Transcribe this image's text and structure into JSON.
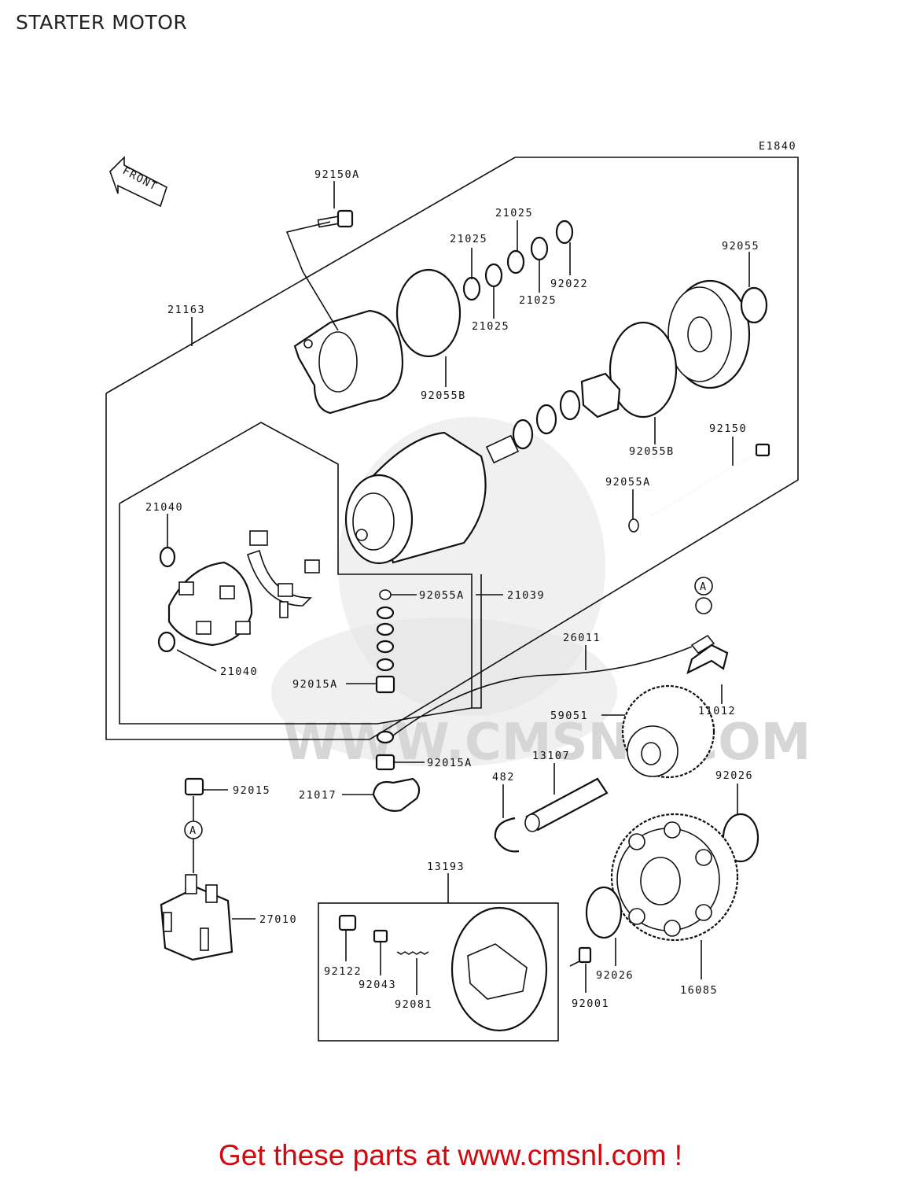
{
  "page": {
    "title": "STARTER MOTOR"
  },
  "diagram": {
    "ref_code": "E1840",
    "front_arrow_label": "FRONT",
    "connector_label": "A",
    "watermark_text": "WWW.CMSNL.COM",
    "parts": {
      "p92150A": "92150A",
      "p21025_a": "21025",
      "p21025_b": "21025",
      "p21025_c": "21025",
      "p21025_d": "21025",
      "p92022": "92022",
      "p92055": "92055",
      "p21163": "21163",
      "p92055B_a": "92055B",
      "p92055B_b": "92055B",
      "p92150": "92150",
      "p92055A_a": "92055A",
      "p92055A_b": "92055A",
      "p21039": "21039",
      "p21040_a": "21040",
      "p21040_b": "21040",
      "p26011": "26011",
      "p92015A_a": "92015A",
      "p92015A_b": "92015A",
      "p11012": "11012",
      "p59051": "59051",
      "p13107": "13107",
      "p482": "482",
      "p92026_a": "92026",
      "p92026_b": "92026",
      "p92015": "92015",
      "p21017": "21017",
      "p13193": "13193",
      "p27010": "27010",
      "p92122": "92122",
      "p92043": "92043",
      "p92081": "92081",
      "p92001": "92001",
      "p16085": "16085"
    }
  },
  "footer": {
    "text": "Get these parts at www.cmsnl.com !"
  }
}
